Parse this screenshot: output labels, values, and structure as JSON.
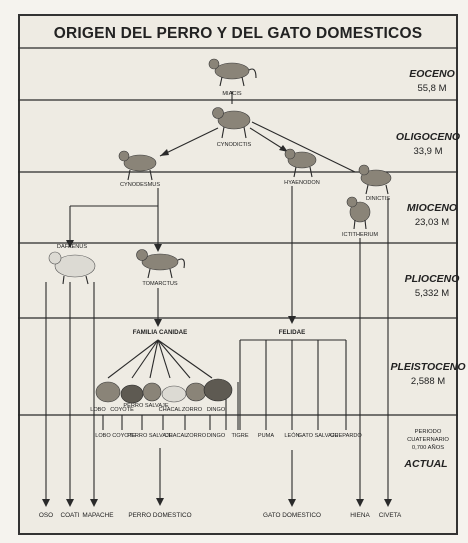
{
  "title": "ORIGEN DEL PERRO Y DEL GATO DOMESTICOS",
  "eras": [
    {
      "name": "EOCENO",
      "age": "55,8 M"
    },
    {
      "name": "OLIGOCENO",
      "age": "33,9 M"
    },
    {
      "name": "MIOCENO",
      "age": "23,03 M"
    },
    {
      "name": "PLIOCENO",
      "age": "5,332 M"
    },
    {
      "name": "PLEISTOCENO",
      "age": "2,588 M"
    },
    {
      "name": "ACTUAL",
      "age": ""
    }
  ],
  "quaternary_note": [
    "PERIODO",
    "CUATERNARIO",
    "0,700 AÑOS"
  ],
  "taxa": {
    "miacis": "MIACIS",
    "cynodictis": "CYNODICTIS",
    "cynodesmus": "CYNODESMUS",
    "dinictis": "DINICTIS",
    "ictitherium": "ICTITHERIUM",
    "hyaenodon": "HYAENODON",
    "dafaenus": "DAFAENUS",
    "tomarctus": "TOMARCTUS",
    "familia_canidae": "FAMILIA CANIDAE",
    "felidae": "FELIDAE"
  },
  "canid_species": [
    "LOBO",
    "COYOTE",
    "PERRO SALVAJE",
    "CHACAL",
    "ZORRO",
    "DINGO"
  ],
  "canid_bottom_row": [
    "LOBO",
    "COYOTE",
    "PERRO SALVAJE",
    "CHACAL",
    "ZORRO",
    "DINGO"
  ],
  "felid_species": [
    "TIGRE",
    "PUMA",
    "LEÓN",
    "GATO SALVAJE",
    "GUEPARDO"
  ],
  "final_outcomes": [
    "OSO",
    "COATI",
    "MAPACHE",
    "PERRO DOMESTICO",
    "GATO DOMESTICO",
    "HIENA",
    "CIVETA"
  ]
}
